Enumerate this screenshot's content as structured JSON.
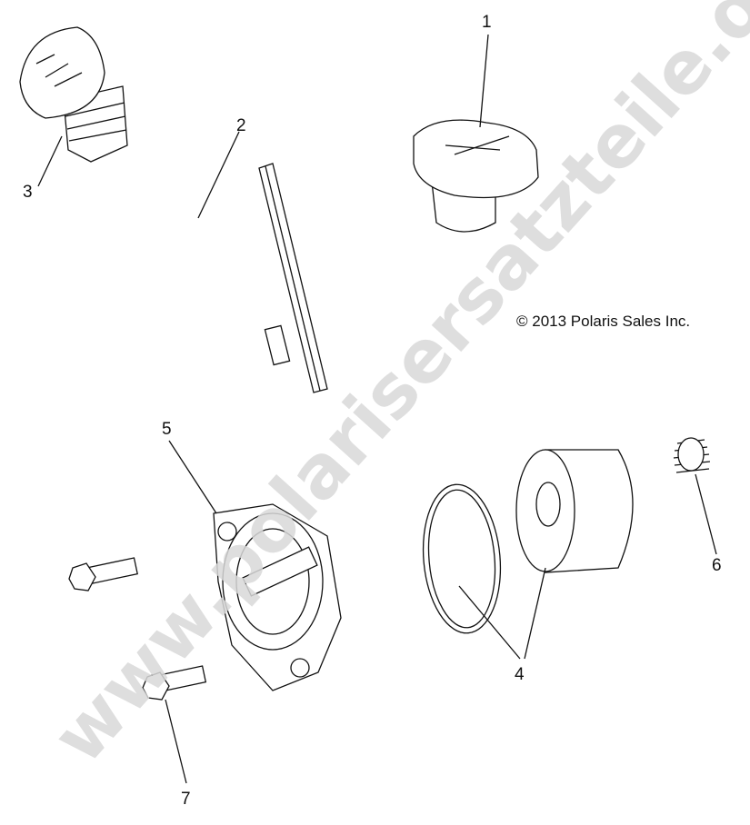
{
  "copyright": "© 2013 Polaris Sales Inc.",
  "watermark": "www.polarisersatzteile.de",
  "callouts": [
    "1",
    "2",
    "3",
    "4",
    "5",
    "6",
    "7"
  ]
}
